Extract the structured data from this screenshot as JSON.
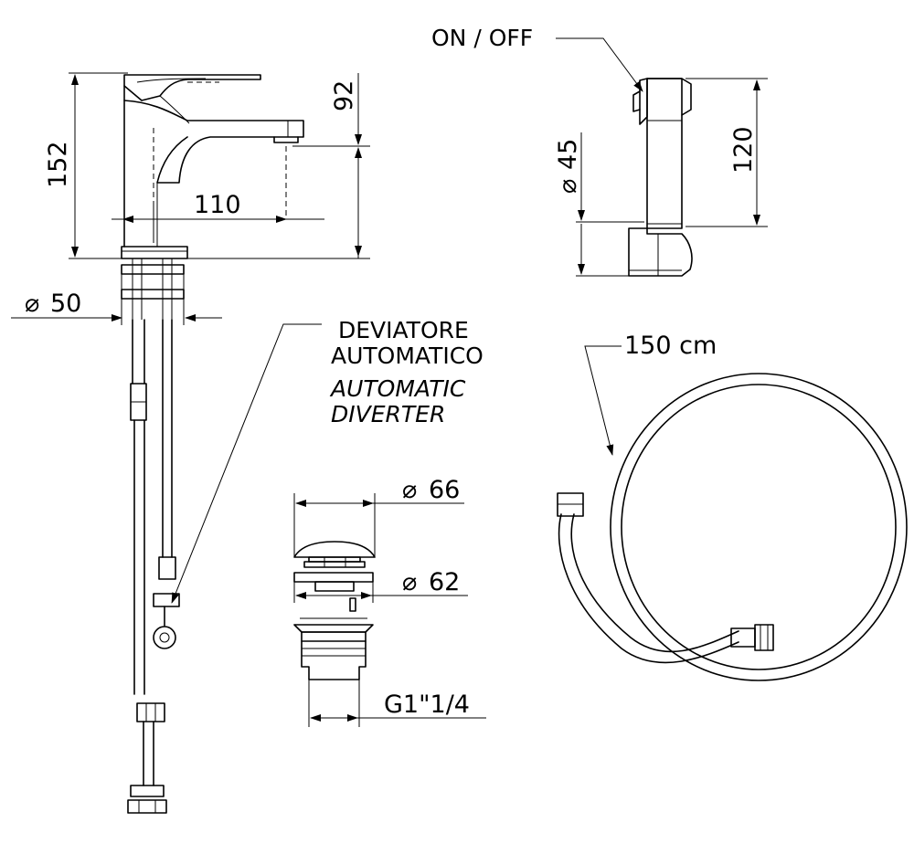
{
  "dimensions": {
    "height_total": "152",
    "spout_height": "92",
    "spout_reach": "110",
    "base_diameter": "50",
    "handshower_length": "120",
    "handshower_diameter": "45",
    "waste_cap_diameter": "66",
    "waste_flange_diameter": "62",
    "waste_thread": "G1\"1/4",
    "hose_length": "150 cm"
  },
  "labels": {
    "diverter_it_line1": "DEVIATORE",
    "diverter_it_line2": "AUTOMATICO",
    "diverter_en_line1": "AUTOMATIC",
    "diverter_en_line2": "DIVERTER",
    "on_off": "ON / OFF"
  },
  "symbols": {
    "diameter": "⌀"
  },
  "colors": {
    "line": "#000000",
    "background": "#ffffff"
  }
}
